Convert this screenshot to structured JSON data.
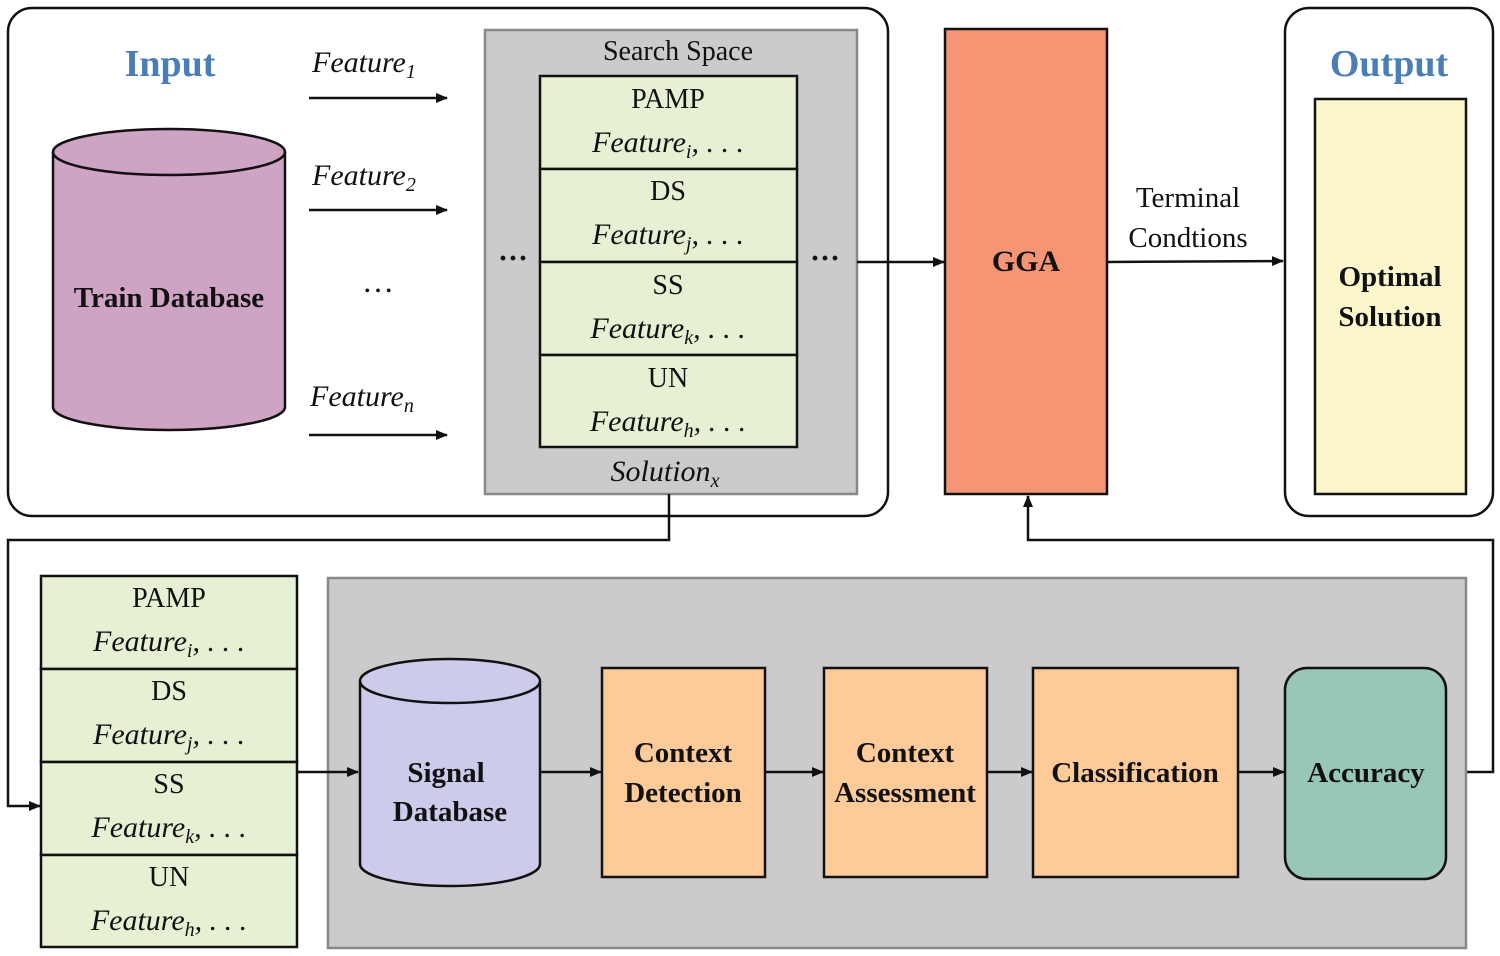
{
  "colors": {
    "input_title": "#4a7ebb",
    "train_database": "#cfa3c3",
    "search_space_bg": "#cbcbcb",
    "feature_group": "#e6f0d2",
    "gga": "#f69573",
    "optimal_solution": "#fbf7cb",
    "signal_database": "#cccbea",
    "pipeline_bg": "#cbcbcb",
    "stage_box": "#fdcb98",
    "accuracy": "#98c6b9"
  },
  "input_panel": {
    "title": "Input",
    "database_label": "Train Database",
    "features": [
      {
        "base": "Feature",
        "sub": "1"
      },
      {
        "base": "Feature",
        "sub": "2"
      },
      {
        "base": "Feature",
        "sub": "n"
      }
    ],
    "ellipsis": "…"
  },
  "search_space": {
    "title": "Search Space",
    "groups": [
      {
        "name": "PAMP",
        "base": "Feature",
        "sub": "i",
        "tail": ", . . ."
      },
      {
        "name": "DS",
        "base": "Feature",
        "sub": "j",
        "tail": ", . . ."
      },
      {
        "name": "SS",
        "base": "Feature",
        "sub": "k",
        "tail": ", . . ."
      },
      {
        "name": "UN",
        "base": "Feature",
        "sub": "h",
        "tail": ", . . ."
      }
    ],
    "solution_base": "Solution",
    "solution_sub": "x",
    "left_dots": "···",
    "right_dots": "···"
  },
  "gga": {
    "label": "GGA"
  },
  "terminal": {
    "line1": "Terminal",
    "line2": "Condtions"
  },
  "output_panel": {
    "title": "Output",
    "line1": "Optimal",
    "line2": "Solution"
  },
  "selected_solution": {
    "groups": [
      {
        "name": "PAMP",
        "base": "Feature",
        "sub": "i",
        "tail": ", . . ."
      },
      {
        "name": "DS",
        "base": "Feature",
        "sub": "j",
        "tail": ", . . ."
      },
      {
        "name": "SS",
        "base": "Feature",
        "sub": "k",
        "tail": ", . . ."
      },
      {
        "name": "UN",
        "base": "Feature",
        "sub": "h",
        "tail": ", . . ."
      }
    ]
  },
  "pipeline": {
    "signal_db": {
      "line1": "Signal",
      "line2": "Database"
    },
    "context_detection": {
      "line1": "Context",
      "line2": "Detection"
    },
    "context_assessment": {
      "line1": "Context",
      "line2": "Assessment"
    },
    "classification": {
      "label": "Classification"
    },
    "accuracy": {
      "label": "Accuracy"
    }
  }
}
